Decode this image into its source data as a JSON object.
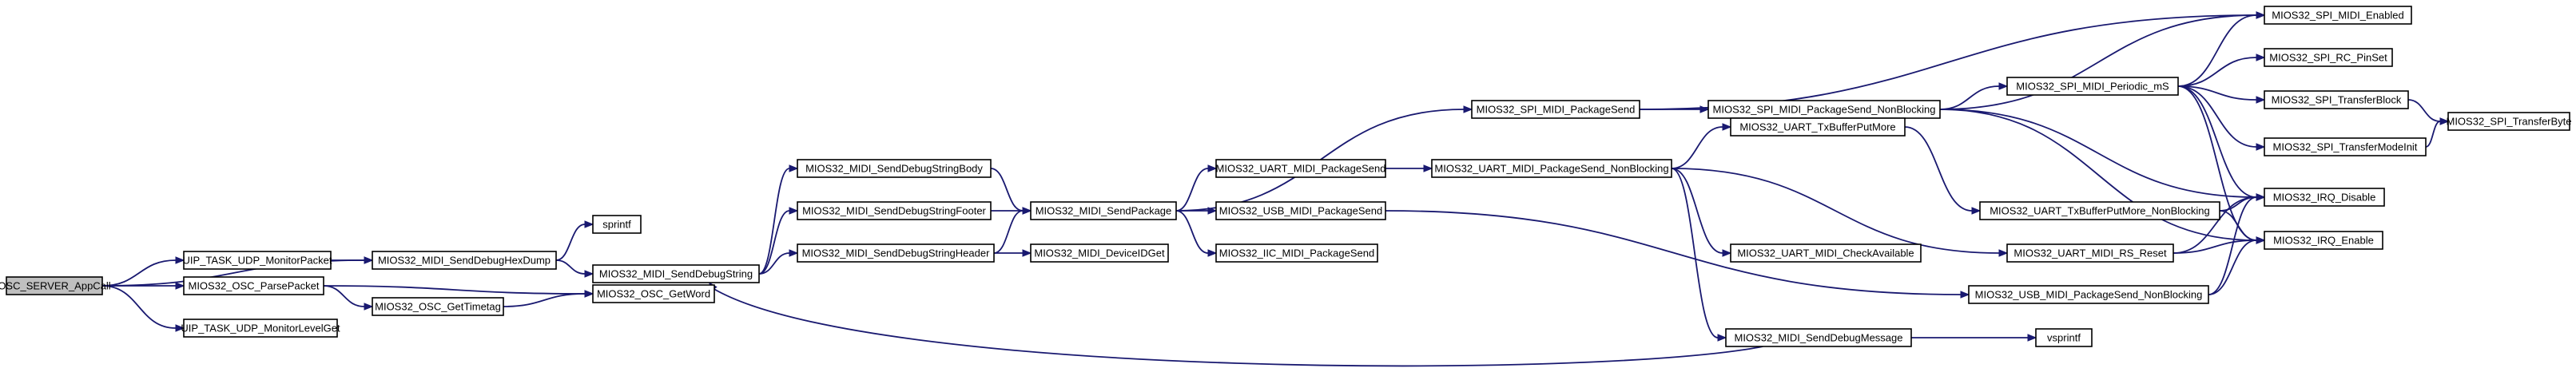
{
  "graph": {
    "nodes": [
      {
        "id": "osc_server_appcall",
        "label": "OSC_SERVER_AppCall",
        "root": true
      },
      {
        "id": "uip_task_udp_monitorpacket",
        "label": "UIP_TASK_UDP_MonitorPacket"
      },
      {
        "id": "mios32_osc_parsepacket",
        "label": "MIOS32_OSC_ParsePacket"
      },
      {
        "id": "uip_task_udp_monitorlevelget",
        "label": "UIP_TASK_UDP_MonitorLevelGet"
      },
      {
        "id": "mios32_midi_senddebughexdump",
        "label": "MIOS32_MIDI_SendDebugHexDump"
      },
      {
        "id": "mios32_osc_gettimetag",
        "label": "MIOS32_OSC_GetTimetag"
      },
      {
        "id": "mios32_osc_getword",
        "label": "MIOS32_OSC_GetWord"
      },
      {
        "id": "sprintf",
        "label": "sprintf"
      },
      {
        "id": "mios32_midi_senddebugstring",
        "label": "MIOS32_MIDI_SendDebugString"
      },
      {
        "id": "mios32_midi_senddebugstringbody",
        "label": "MIOS32_MIDI_SendDebugStringBody"
      },
      {
        "id": "mios32_midi_senddebugstringfooter",
        "label": "MIOS32_MIDI_SendDebugStringFooter"
      },
      {
        "id": "mios32_midi_senddebugstringheader",
        "label": "MIOS32_MIDI_SendDebugStringHeader"
      },
      {
        "id": "mios32_midi_sendpackage",
        "label": "MIOS32_MIDI_SendPackage"
      },
      {
        "id": "mios32_midi_deviceidget",
        "label": "MIOS32_MIDI_DeviceIDGet"
      },
      {
        "id": "mios32_spi_midi_packagesend",
        "label": "MIOS32_SPI_MIDI_PackageSend"
      },
      {
        "id": "mios32_uart_midi_packagesend",
        "label": "MIOS32_UART_MIDI_PackageSend"
      },
      {
        "id": "mios32_usb_midi_packagesend",
        "label": "MIOS32_USB_MIDI_PackageSend"
      },
      {
        "id": "mios32_iic_midi_packagesend",
        "label": "MIOS32_IIC_MIDI_PackageSend"
      },
      {
        "id": "mios32_spi_midi_packagesend_nonblocking",
        "label": "MIOS32_SPI_MIDI_PackageSend_NonBlocking"
      },
      {
        "id": "mios32_uart_midi_packagesend_nonblocking",
        "label": "MIOS32_UART_MIDI_PackageSend_NonBlocking"
      },
      {
        "id": "mios32_midi_senddebugmessage",
        "label": "MIOS32_MIDI_SendDebugMessage"
      },
      {
        "id": "mios32_spi_midi_periodic_ms",
        "label": "MIOS32_SPI_MIDI_Periodic_mS"
      },
      {
        "id": "mios32_uart_txbufferputmore",
        "label": "MIOS32_UART_TxBufferPutMore"
      },
      {
        "id": "mios32_uart_midi_checkavailable",
        "label": "MIOS32_UART_MIDI_CheckAvailable"
      },
      {
        "id": "mios32_uart_txbufferputmore_nonblocking",
        "label": "MIOS32_UART_TxBufferPutMore_NonBlocking"
      },
      {
        "id": "mios32_uart_midi_rs_reset",
        "label": "MIOS32_UART_MIDI_RS_Reset"
      },
      {
        "id": "mios32_usb_midi_packagesend_nonblocking",
        "label": "MIOS32_USB_MIDI_PackageSend_NonBlocking"
      },
      {
        "id": "vsprintf",
        "label": "vsprintf"
      },
      {
        "id": "mios32_spi_midi_enabled",
        "label": "MIOS32_SPI_MIDI_Enabled"
      },
      {
        "id": "mios32_spi_rc_pinset",
        "label": "MIOS32_SPI_RC_PinSet"
      },
      {
        "id": "mios32_spi_transferblock",
        "label": "MIOS32_SPI_TransferBlock"
      },
      {
        "id": "mios32_spi_transfermodeinit",
        "label": "MIOS32_SPI_TransferModeInit"
      },
      {
        "id": "mios32_irq_disable",
        "label": "MIOS32_IRQ_Disable"
      },
      {
        "id": "mios32_irq_enable",
        "label": "MIOS32_IRQ_Enable"
      },
      {
        "id": "mios32_spi_transferbyte",
        "label": "MIOS32_SPI_TransferByte"
      }
    ],
    "edges": [
      {
        "from": "osc_server_appcall",
        "to": "mios32_midi_senddebughexdump"
      },
      {
        "from": "osc_server_appcall",
        "to": "uip_task_udp_monitorpacket"
      },
      {
        "from": "osc_server_appcall",
        "to": "mios32_osc_parsepacket"
      },
      {
        "from": "osc_server_appcall",
        "to": "uip_task_udp_monitorlevelget"
      },
      {
        "from": "uip_task_udp_monitorpacket",
        "to": "mios32_midi_senddebughexdump"
      },
      {
        "from": "mios32_osc_parsepacket",
        "to": "mios32_osc_getword"
      },
      {
        "from": "mios32_osc_parsepacket",
        "to": "mios32_osc_gettimetag"
      },
      {
        "from": "mios32_osc_gettimetag",
        "to": "mios32_osc_getword"
      },
      {
        "from": "mios32_midi_senddebughexdump",
        "to": "sprintf"
      },
      {
        "from": "mios32_midi_senddebughexdump",
        "to": "mios32_midi_senddebugstring"
      },
      {
        "from": "mios32_midi_senddebugstring",
        "to": "mios32_midi_senddebugstringbody"
      },
      {
        "from": "mios32_midi_senddebugstring",
        "to": "mios32_midi_senddebugstringfooter"
      },
      {
        "from": "mios32_midi_senddebugstring",
        "to": "mios32_midi_senddebugstringheader"
      },
      {
        "from": "mios32_midi_senddebugstringbody",
        "to": "mios32_midi_sendpackage"
      },
      {
        "from": "mios32_midi_senddebugstringfooter",
        "to": "mios32_midi_sendpackage"
      },
      {
        "from": "mios32_midi_senddebugstringheader",
        "to": "mios32_midi_sendpackage"
      },
      {
        "from": "mios32_midi_senddebugstringheader",
        "to": "mios32_midi_deviceidget"
      },
      {
        "from": "mios32_midi_sendpackage",
        "to": "mios32_spi_midi_packagesend"
      },
      {
        "from": "mios32_midi_sendpackage",
        "to": "mios32_uart_midi_packagesend"
      },
      {
        "from": "mios32_midi_sendpackage",
        "to": "mios32_usb_midi_packagesend"
      },
      {
        "from": "mios32_midi_sendpackage",
        "to": "mios32_iic_midi_packagesend"
      },
      {
        "from": "mios32_spi_midi_packagesend",
        "to": "mios32_spi_midi_enabled"
      },
      {
        "from": "mios32_spi_midi_packagesend",
        "to": "mios32_spi_midi_packagesend_nonblocking"
      },
      {
        "from": "mios32_uart_midi_packagesend",
        "to": "mios32_uart_midi_packagesend_nonblocking"
      },
      {
        "from": "mios32_usb_midi_packagesend",
        "to": "mios32_usb_midi_packagesend_nonblocking"
      },
      {
        "from": "mios32_spi_midi_packagesend_nonblocking",
        "to": "mios32_spi_midi_enabled"
      },
      {
        "from": "mios32_spi_midi_packagesend_nonblocking",
        "to": "mios32_spi_midi_periodic_ms"
      },
      {
        "from": "mios32_spi_midi_packagesend_nonblocking",
        "to": "mios32_irq_disable"
      },
      {
        "from": "mios32_spi_midi_packagesend_nonblocking",
        "to": "mios32_irq_enable"
      },
      {
        "from": "mios32_uart_midi_packagesend_nonblocking",
        "to": "mios32_uart_txbufferputmore"
      },
      {
        "from": "mios32_uart_midi_packagesend_nonblocking",
        "to": "mios32_uart_midi_checkavailable"
      },
      {
        "from": "mios32_uart_midi_packagesend_nonblocking",
        "to": "mios32_uart_midi_rs_reset"
      },
      {
        "from": "mios32_uart_midi_packagesend_nonblocking",
        "to": "mios32_midi_senddebugmessage"
      },
      {
        "from": "mios32_midi_senddebugmessage",
        "to": "mios32_midi_senddebugstring"
      },
      {
        "from": "mios32_midi_senddebugmessage",
        "to": "vsprintf"
      },
      {
        "from": "mios32_spi_midi_periodic_ms",
        "to": "mios32_spi_midi_enabled"
      },
      {
        "from": "mios32_spi_midi_periodic_ms",
        "to": "mios32_spi_rc_pinset"
      },
      {
        "from": "mios32_spi_midi_periodic_ms",
        "to": "mios32_spi_transferblock"
      },
      {
        "from": "mios32_spi_midi_periodic_ms",
        "to": "mios32_spi_transfermodeinit"
      },
      {
        "from": "mios32_spi_midi_periodic_ms",
        "to": "mios32_irq_disable"
      },
      {
        "from": "mios32_spi_midi_periodic_ms",
        "to": "mios32_irq_enable"
      },
      {
        "from": "mios32_uart_txbufferputmore",
        "to": "mios32_uart_txbufferputmore_nonblocking"
      },
      {
        "from": "mios32_uart_txbufferputmore_nonblocking",
        "to": "mios32_irq_disable"
      },
      {
        "from": "mios32_uart_txbufferputmore_nonblocking",
        "to": "mios32_irq_enable"
      },
      {
        "from": "mios32_uart_midi_rs_reset",
        "to": "mios32_irq_disable"
      },
      {
        "from": "mios32_uart_midi_rs_reset",
        "to": "mios32_irq_enable"
      },
      {
        "from": "mios32_usb_midi_packagesend_nonblocking",
        "to": "mios32_irq_disable"
      },
      {
        "from": "mios32_usb_midi_packagesend_nonblocking",
        "to": "mios32_irq_enable"
      },
      {
        "from": "mios32_spi_transferblock",
        "to": "mios32_spi_transferbyte"
      },
      {
        "from": "mios32_spi_transfermodeinit",
        "to": "mios32_spi_transferbyte"
      }
    ]
  }
}
